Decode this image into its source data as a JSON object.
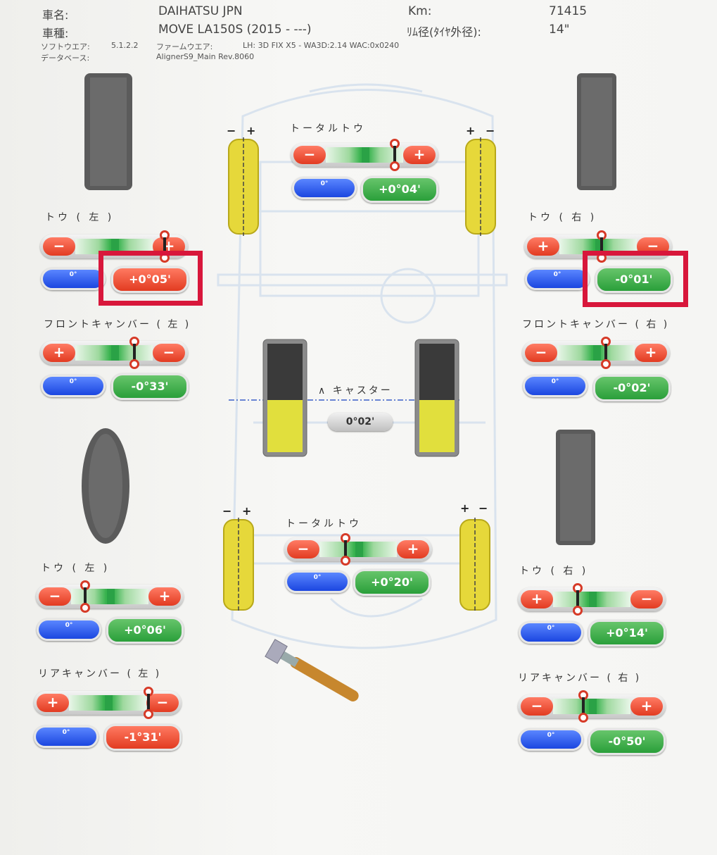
{
  "header": {
    "car_name_label": "車名:",
    "car_name": "DAIHATSU JPN",
    "km_label": "Km:",
    "km_value": "71415",
    "model_label": "車種:",
    "model": "MOVE LA150S (2015 - ---)",
    "rim_label": "ﾘﾑ径(ﾀｲﾔ外径):",
    "rim_value": "14\"",
    "software_label": "ソフトウエア:",
    "software_version": "5.1.2.2",
    "firmware_label": "ファームウエア:",
    "firmware": "LH: 3D FIX X5 - WA3D:2.14 WAC:0x0240",
    "database_label": "データベース:",
    "database": "AlignerS9_Main Rev.8060"
  },
  "signs": {
    "minus": "−",
    "plus": "+",
    "pm": "−|+",
    "mp": "+|−"
  },
  "panels": {
    "front_total_toe": {
      "label": "トータルトウ",
      "ref": "0°",
      "value": "+0°04'",
      "left_sign": "−",
      "right_sign": "+"
    },
    "front_toe_left": {
      "label": "トウ ( 左 )",
      "ref": "0°",
      "value": "+0°05'",
      "left_sign": "−",
      "right_sign": "+"
    },
    "front_toe_right": {
      "label": "トウ ( 右 )",
      "ref": "0°",
      "value": "-0°01'",
      "left_sign": "+",
      "right_sign": "−"
    },
    "front_camber_left": {
      "label": "フロントキャンバー ( 左 )",
      "ref": "0°",
      "value": "-0°33'",
      "left_sign": "+",
      "right_sign": "−"
    },
    "front_camber_right": {
      "label": "フロントキャンバー ( 右 )",
      "ref": "0°",
      "value": "-0°02'",
      "left_sign": "−",
      "right_sign": "+"
    },
    "caster": {
      "label": "∧ キャスター",
      "value": "0°02'"
    },
    "rear_total_toe": {
      "label": "トータルトウ",
      "ref": "0°",
      "value": "+0°20'",
      "left_sign": "−",
      "right_sign": "+"
    },
    "rear_toe_left": {
      "label": "トウ ( 左 )",
      "ref": "0°",
      "value": "+0°06'",
      "left_sign": "−",
      "right_sign": "+"
    },
    "rear_toe_right": {
      "label": "トウ ( 右 )",
      "ref": "0°",
      "value": "+0°14'",
      "left_sign": "+",
      "right_sign": "−"
    },
    "rear_camber_left": {
      "label": "リアキャンバー ( 左 )",
      "ref": "0°",
      "value": "-1°31'",
      "left_sign": "+",
      "right_sign": "−"
    },
    "rear_camber_right": {
      "label": "リアキャンバー ( 右 )",
      "ref": "0°",
      "value": "-0°50'",
      "left_sign": "−",
      "right_sign": "+"
    }
  },
  "colors": {
    "in_range": "#2a9f3a",
    "out_of_range": "#e23b21",
    "highlight": "#d8173b"
  }
}
